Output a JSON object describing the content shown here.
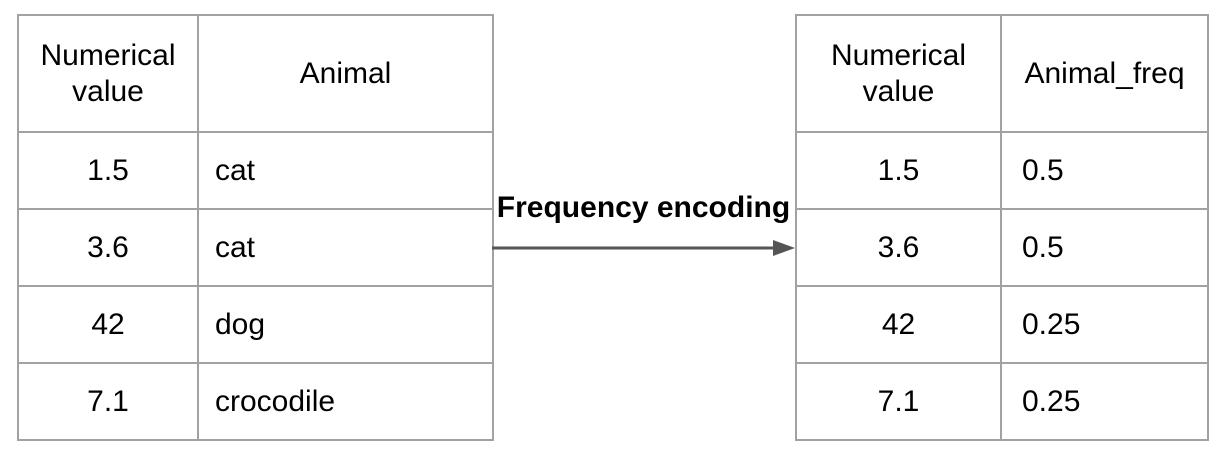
{
  "diagram_title": "Frequency encoding",
  "arrow": {
    "label": "Frequency encoding"
  },
  "left_table": {
    "headers": [
      "Numerical value",
      "Animal"
    ],
    "rows": [
      [
        "1.5",
        "cat"
      ],
      [
        "3.6",
        "cat"
      ],
      [
        "42",
        "dog"
      ],
      [
        "7.1",
        "crocodile"
      ]
    ]
  },
  "right_table": {
    "headers": [
      "Numerical value",
      "Animal_freq"
    ],
    "rows": [
      [
        "1.5",
        "0.5"
      ],
      [
        "3.6",
        "0.5"
      ],
      [
        "42",
        "0.25"
      ],
      [
        "7.1",
        "0.25"
      ]
    ]
  },
  "colors": {
    "table_border": "#a2a2a2",
    "arrow": "#555555",
    "text": "#000000",
    "background": "#ffffff"
  }
}
